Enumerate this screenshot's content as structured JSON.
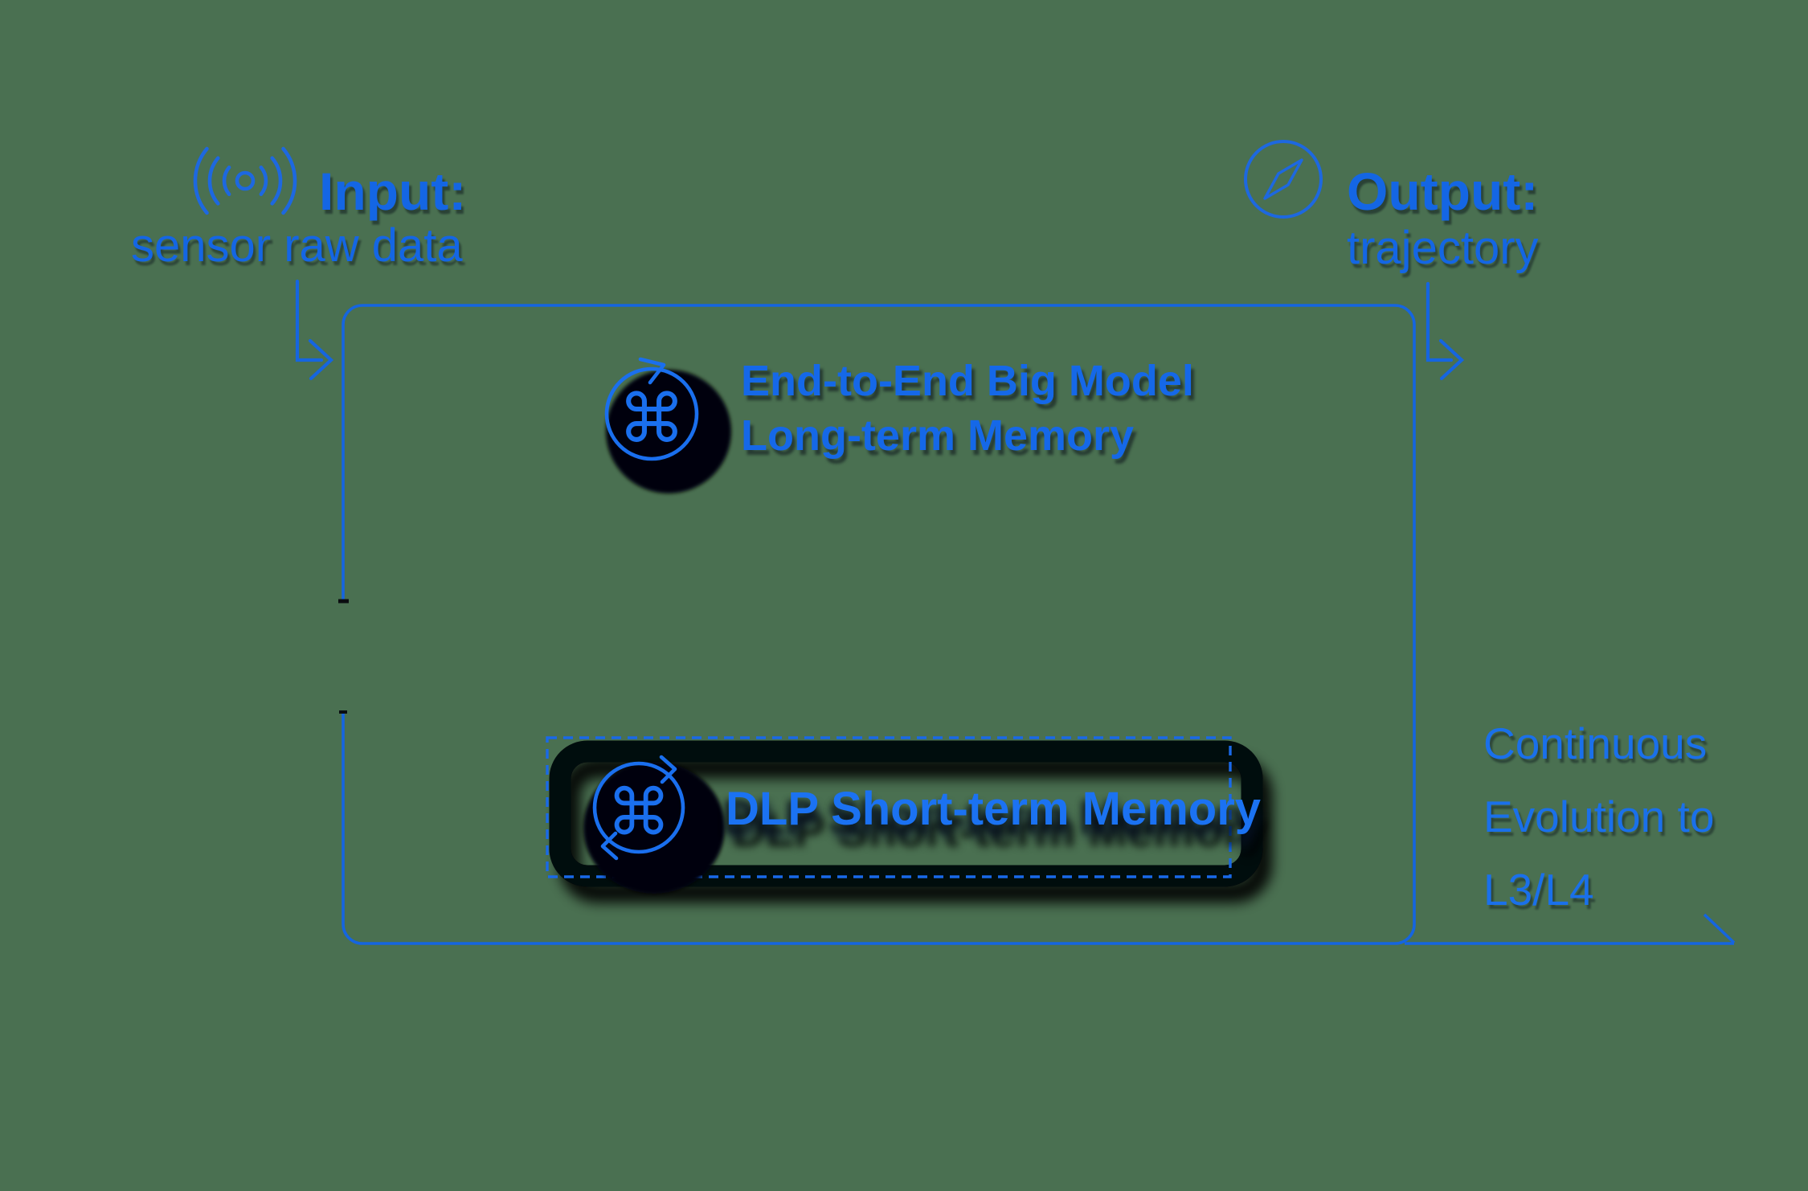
{
  "colors": {
    "background": "#4a7051",
    "accent_blue": "#1466e4",
    "bright_blue": "#1b72f2",
    "shadow_ink": "#05070b"
  },
  "input": {
    "label": "Input:",
    "sublabel": "sensor raw data",
    "icon": "radio-waves-icon"
  },
  "output": {
    "label": "Output:",
    "sublabel": "trajectory",
    "icon": "compass-icon"
  },
  "model": {
    "title_line1": "End-to-End Big Model",
    "title_line2": "Long-term Memory",
    "icon": "command-cycle-icon",
    "glyph": "⌘"
  },
  "dlp": {
    "label": "DLP Short-term Memory",
    "icon": "command-cycle-icon",
    "glyph": "⌘"
  },
  "evolution": {
    "line1": "Continuous",
    "line2": "Evolution to",
    "line3": "L3/L4"
  }
}
